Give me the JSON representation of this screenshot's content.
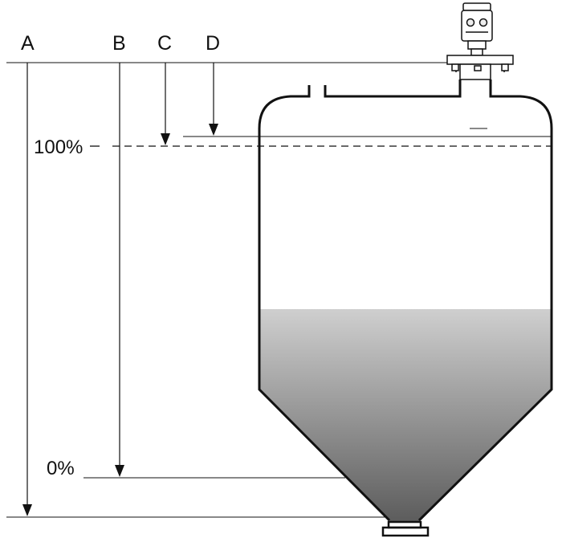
{
  "labels": {
    "a": "A",
    "b": "B",
    "c": "C",
    "d": "D",
    "full": "100%",
    "empty": "0%"
  },
  "colors": {
    "line": "#111111",
    "fill_top": "#cfcfcf",
    "fill_bottom": "#5a5a5a"
  }
}
